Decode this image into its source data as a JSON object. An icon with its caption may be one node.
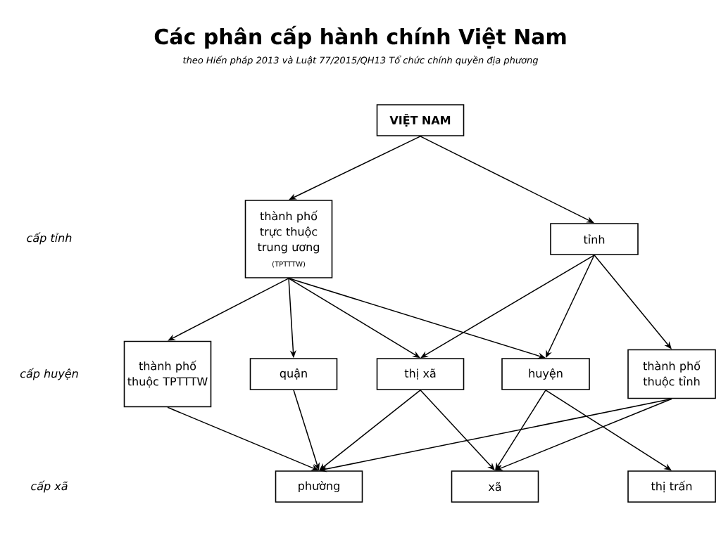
{
  "diagram": {
    "title": "Các phân cấp hành chính Việt Nam",
    "caption": "theo Hiến pháp 2013 và Luật 77/2015/QH13 Tổ chức chính quyền địa phương",
    "nodes": [
      {
        "text": [
          "VIỆT NAM"
        ]
      },
      {
        "text": [
          "thành phố trực thuộc trung ương",
          "(TPTTTW)"
        ]
      },
      {
        "text": [
          "tỉnh"
        ]
      },
      {
        "text": [
          "thành phố thuộc TPTTTW"
        ]
      },
      {
        "text": [
          "quận"
        ]
      },
      {
        "text": [
          "thị xã"
        ]
      },
      {
        "text": [
          "huyện"
        ]
      },
      {
        "text": [
          "thành phố thuộc tỉnh"
        ]
      },
      {
        "text": [
          "phường"
        ]
      },
      {
        "text": [
          "xã"
        ]
      },
      {
        "text": [
          "thị trấn"
        ]
      }
    ],
    "edges": [
      {
        "from": 0,
        "to": 1,
        "arrow": "to"
      },
      {
        "from": 0,
        "to": 2,
        "arrow": "to"
      },
      {
        "from": 1,
        "to": 3,
        "arrow": "to"
      },
      {
        "from": 1,
        "to": 4,
        "arrow": "to"
      },
      {
        "from": 1,
        "to": 5,
        "arrow": "to"
      },
      {
        "from": 1,
        "to": 6,
        "arrow": "to"
      },
      {
        "from": 2,
        "to": 5,
        "arrow": "to"
      },
      {
        "from": 2,
        "to": 6,
        "arrow": "to"
      },
      {
        "from": 2,
        "to": 7,
        "arrow": "to"
      },
      {
        "from": 3,
        "to": 8,
        "arrow": "to"
      },
      {
        "from": 4,
        "to": 8,
        "arrow": "to"
      },
      {
        "from": 5,
        "to": 8,
        "arrow": "to"
      },
      {
        "from": 5,
        "to": 9,
        "arrow": "to"
      },
      {
        "from": 6,
        "to": 9,
        "arrow": "to"
      },
      {
        "from": 6,
        "to": 10,
        "arrow": "to"
      },
      {
        "from": 7,
        "to": 8,
        "arrow": "to"
      },
      {
        "from": 7,
        "to": 9,
        "arrow": "to"
      }
    ],
    "labels": [
      "cấp tỉnh",
      "cấp huyện",
      "cấp xã"
    ]
  }
}
